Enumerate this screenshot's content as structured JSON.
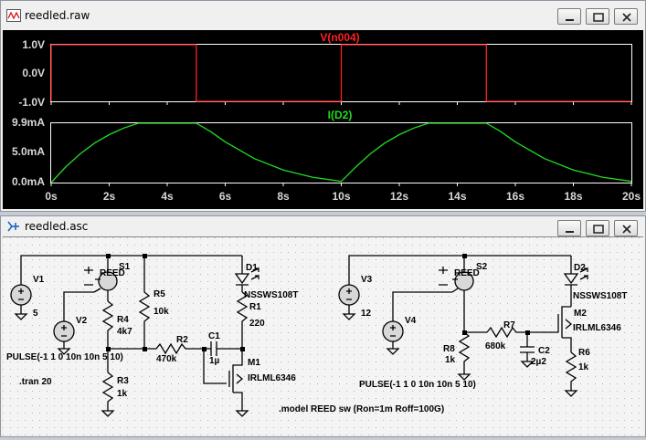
{
  "wave_window": {
    "title": "reedled.raw",
    "traces": [
      {
        "label": "V(n004)",
        "color": "#ff2020",
        "y_ticks": [
          "1.0V",
          "0.0V",
          "-1.0V"
        ]
      },
      {
        "label": "I(D2)",
        "color": "#20dd20",
        "y_ticks": [
          "9.9mA",
          "5.0mA",
          "0.0mA"
        ]
      }
    ],
    "x_ticks": [
      "0s",
      "2s",
      "4s",
      "6s",
      "8s",
      "10s",
      "12s",
      "14s",
      "16s",
      "18s",
      "20s"
    ]
  },
  "chart_data": [
    {
      "type": "line",
      "series": [
        {
          "name": "V(n004)",
          "x": [
            0,
            0,
            5,
            5,
            10,
            10,
            15,
            15,
            20
          ],
          "y": [
            -1,
            1,
            1,
            -1,
            -1,
            1,
            1,
            -1,
            -1
          ]
        }
      ],
      "xlim": [
        0,
        20
      ],
      "ylim": [
        -1,
        1
      ],
      "y_ticks": [
        "1.0V",
        "0.0V",
        "-1.0V"
      ]
    },
    {
      "type": "line",
      "series": [
        {
          "name": "I(D2)",
          "x": [
            0,
            0.5,
            1,
            1.5,
            2,
            2.5,
            3,
            5,
            5.5,
            6,
            7,
            8,
            9,
            10,
            10.5,
            11,
            11.5,
            12,
            12.5,
            13,
            15,
            15.5,
            16,
            17,
            18,
            19,
            20
          ],
          "y": [
            0,
            2.6,
            4.8,
            6.6,
            8.0,
            9.1,
            9.9,
            9.9,
            8.5,
            6.8,
            4.0,
            2.1,
            0.9,
            0.2,
            2.6,
            4.8,
            6.6,
            8.0,
            9.1,
            9.9,
            9.9,
            8.5,
            6.8,
            4.0,
            2.1,
            0.9,
            0.2
          ]
        }
      ],
      "xlim": [
        0,
        20
      ],
      "ylim": [
        0,
        9.9
      ],
      "y_ticks": [
        "9.9mA",
        "5.0mA",
        "0.0mA"
      ]
    }
  ],
  "schematic_window": {
    "title": "reedled.asc",
    "labels": {
      "v1": "V1",
      "v1_val": "5",
      "v2": "V2",
      "pulse1": "PULSE(-1 1 0 10n 10n 5 10)",
      "s1": "S1",
      "reed1": "REED",
      "r4": "R4",
      "r4_val": "4k7",
      "r3": "R3",
      "r3_val": "1k",
      "r5": "R5",
      "r5_val": "10k",
      "r2": "R2",
      "r2_val": "470k",
      "c1": "C1",
      "c1_val": "1µ",
      "d1": "D1",
      "d1_val": "NSSWS108T",
      "r1": "R1",
      "r1_val": "220",
      "m1": "M1",
      "m1_val": "IRLML6346",
      "tran": ".tran 20",
      "v3": "V3",
      "v3_val": "12",
      "v4": "V4",
      "pulse2": "PULSE(-1 1 0 10n 10n 5 10)",
      "s2": "S2",
      "reed2": "REED",
      "r8": "R8",
      "r8_val": "1k",
      "r7": "R7",
      "r7_val": "680k",
      "c2": "C2",
      "c2_val": "2µ2",
      "d2": "D2",
      "d2_val": "NSSWS108T",
      "m2": "M2",
      "m2_val": "IRLML6346",
      "r6": "R6",
      "r6_val": "1k",
      "model": ".model REED sw (Ron=1m Roff=100G)"
    }
  }
}
